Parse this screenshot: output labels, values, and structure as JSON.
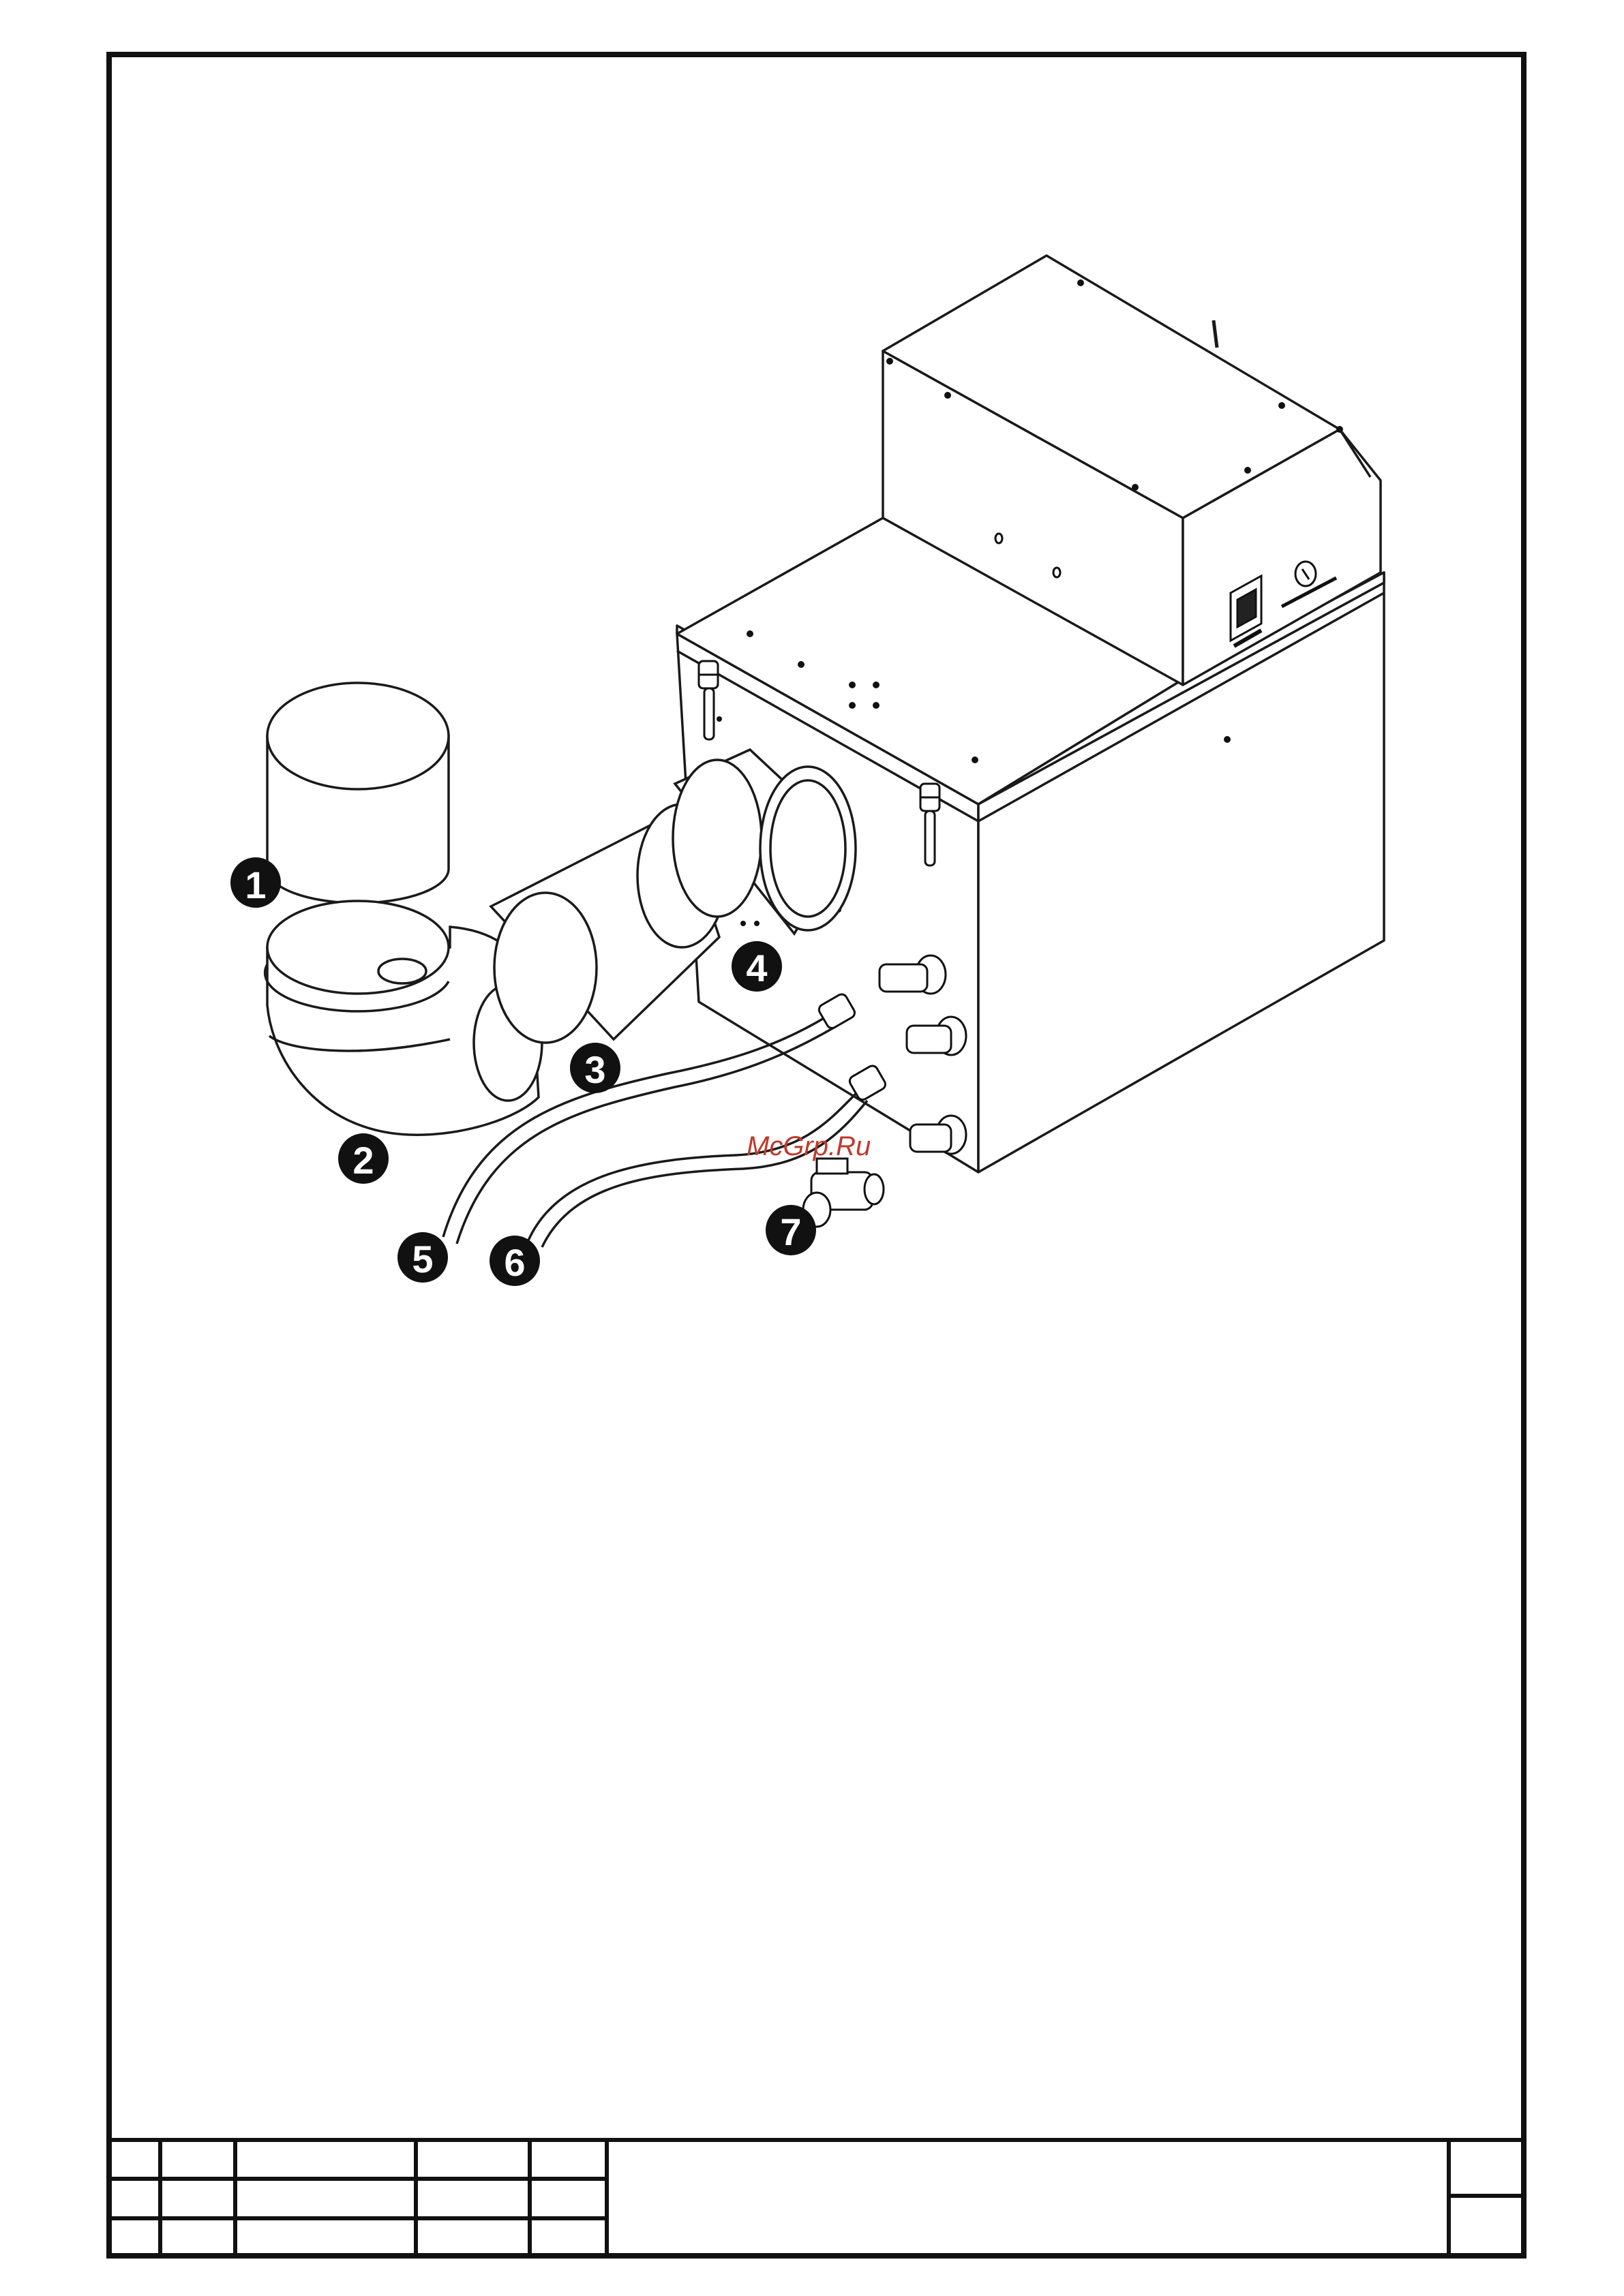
{
  "drawing": {
    "callouts": [
      {
        "id": "1",
        "label": "1"
      },
      {
        "id": "2",
        "label": "2"
      },
      {
        "id": "3",
        "label": "3"
      },
      {
        "id": "4",
        "label": "4"
      },
      {
        "id": "5",
        "label": "5"
      },
      {
        "id": "6",
        "label": "6"
      },
      {
        "id": "7",
        "label": "7"
      }
    ],
    "watermark": "McGrp.Ru",
    "colors": {
      "line": "#1a1a1a",
      "callout_fill": "#111111",
      "watermark": "#c0392b"
    }
  },
  "title_block": {
    "rows": 3,
    "cells": []
  }
}
